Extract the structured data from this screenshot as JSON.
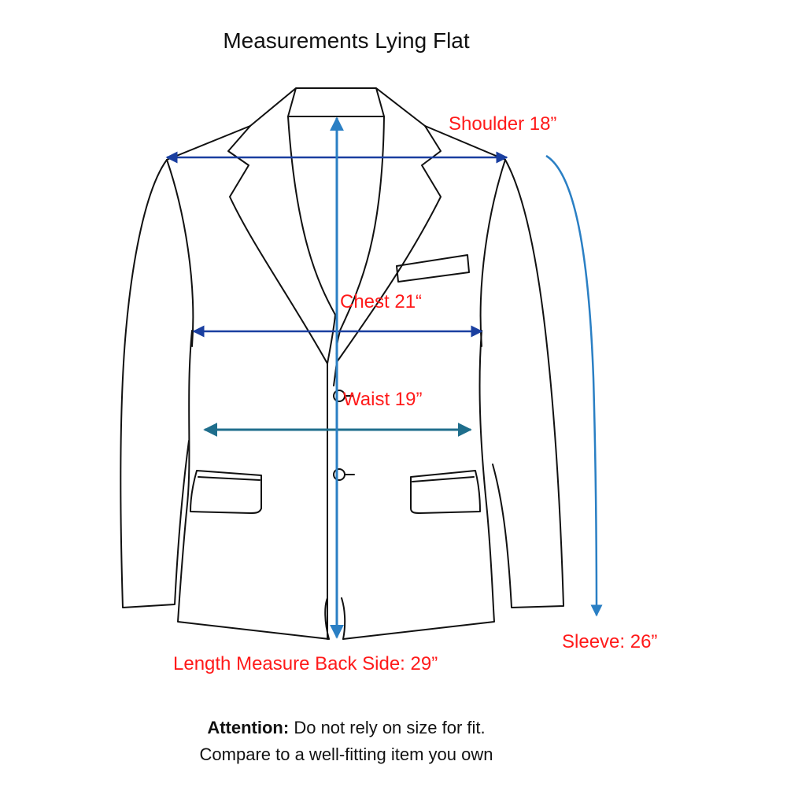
{
  "title": "Measurements Lying Flat",
  "measurements": {
    "shoulder": "Shoulder 18”",
    "chest": "Chest 21“",
    "waist": "Waist  19”",
    "sleeve": "Sleeve:  26”",
    "length": "Length Measure Back Side:  29”"
  },
  "note": {
    "heading": "Attention:",
    "line1": "Do not rely on size for fit.",
    "line2": "Compare to a well-fitting item you own"
  },
  "colors": {
    "label": "#ff1a1a",
    "arrow_blue": "#1a3fa0",
    "arrow_teal": "#1f6e8c",
    "arrow_light": "#2a7fc4",
    "outline": "#111111"
  }
}
